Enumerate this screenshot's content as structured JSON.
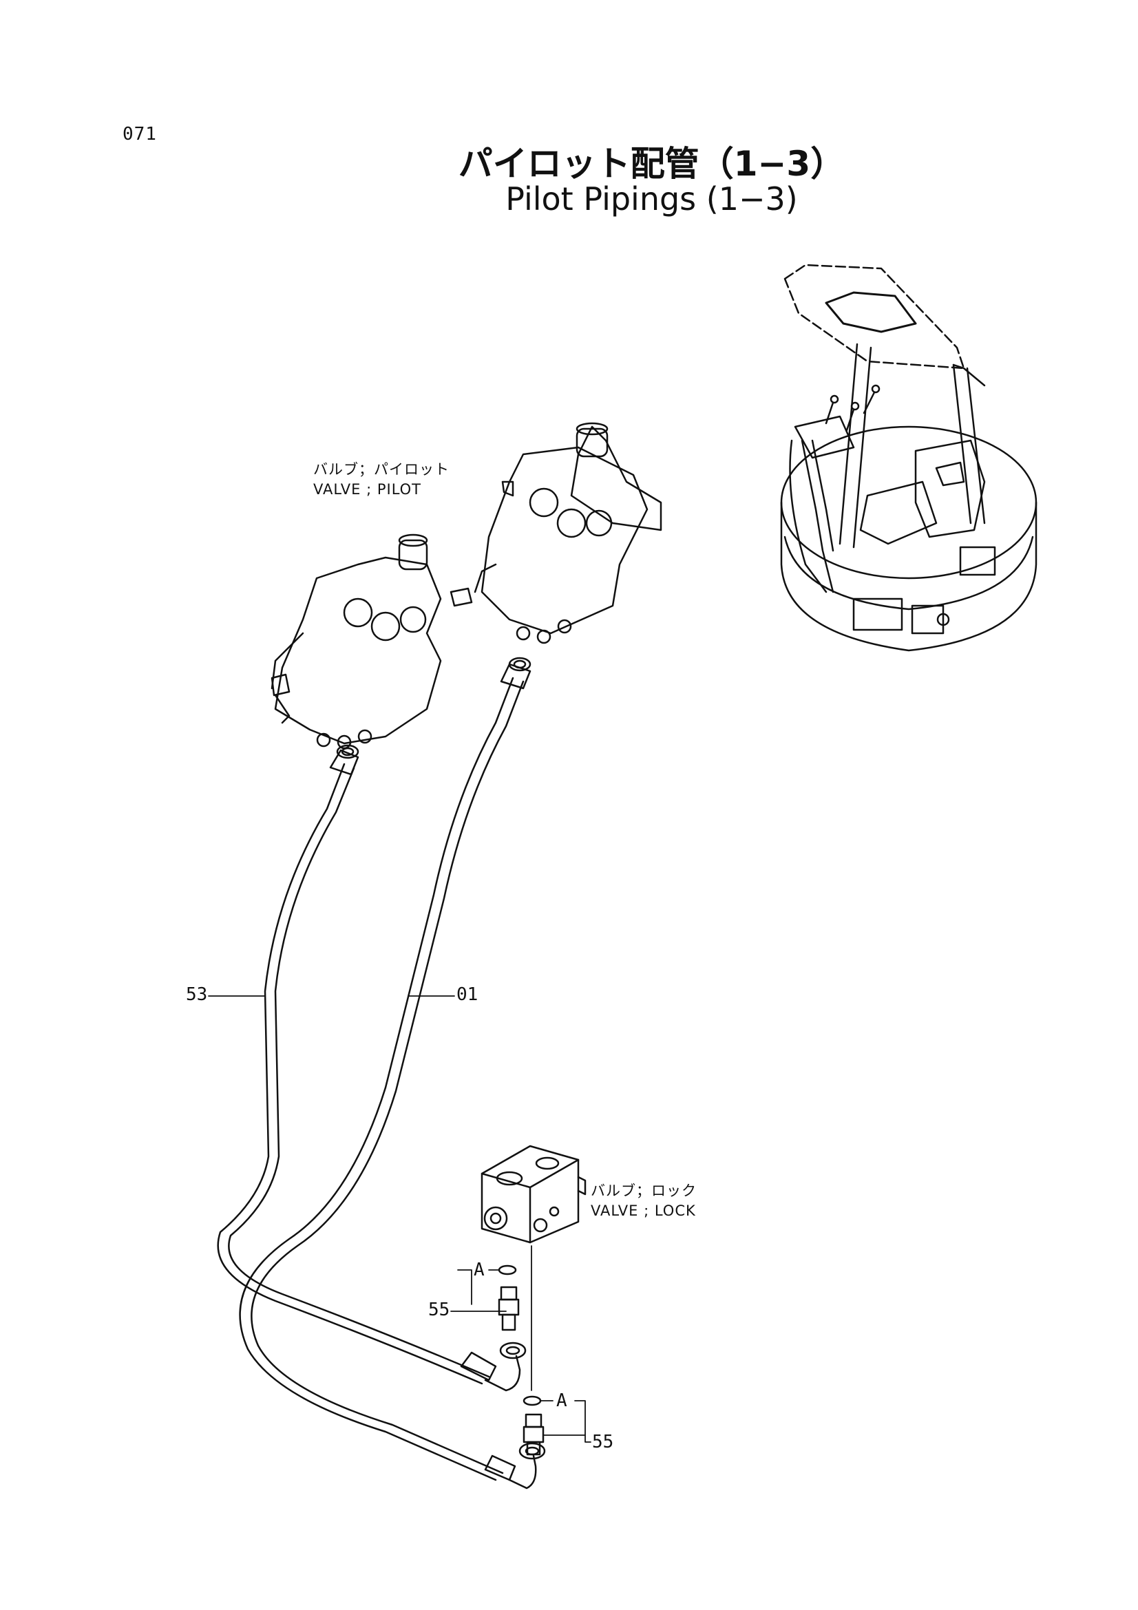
{
  "page_number": "071",
  "title_ja": "パイロット配管（1−3）",
  "title_en": "Pilot Pipings (1−3)",
  "labels": {
    "pilot_valve_ja": "バルブ；パイロット",
    "pilot_valve_en": "VALVE ; PILOT",
    "lock_valve_ja": "バルブ；ロック",
    "lock_valve_en": "VALVE ; LOCK"
  },
  "callouts": {
    "hose_53": "53",
    "hose_01": "01",
    "fitting_55_upper": "55",
    "fitting_55_lower": "55",
    "ref_a_upper": "A",
    "ref_a_lower": "A"
  }
}
